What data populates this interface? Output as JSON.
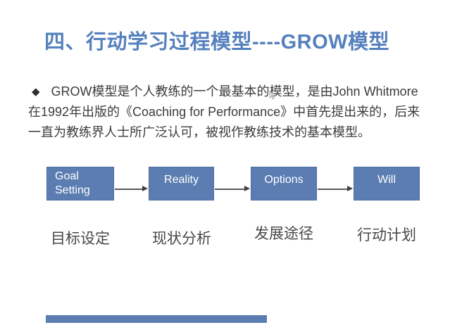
{
  "slide": {
    "title": "四、行动学习过程模型----GROW模型",
    "paragraph": {
      "bullet": "◆",
      "line1": "GROW模型是个人教练的一个最基本的模型，是由John Whitmore",
      "line2": "在1992年出版的《Coaching for Performance》中首先提出来的，后来",
      "line3": "一直为教练界人士所广泛认可，被视作教练技术的基本模型。"
    },
    "flow": {
      "steps": [
        {
          "en": "Goal Setting",
          "zh": "目标设定"
        },
        {
          "en": "Reality",
          "zh": "现状分析"
        },
        {
          "en": "Options",
          "zh": "发展途径"
        },
        {
          "en": "Will",
          "zh": "行动计划"
        }
      ]
    },
    "colors": {
      "title_blue": "#5580be",
      "box_fill": "#5b7db2",
      "box_border": "#4d6da1",
      "body_text": "#3c3c3c",
      "arrow": "#3f3f3f"
    }
  }
}
